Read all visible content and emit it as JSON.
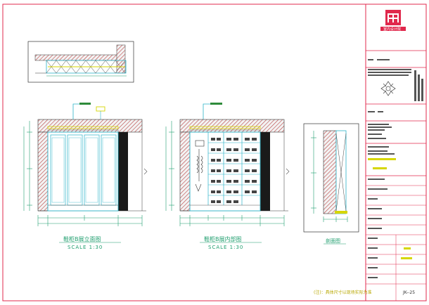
{
  "views": {
    "front_title": "鞋柜B展立面图",
    "front_scale": "SCALE 1:30",
    "inner_title": "鞋柜B展内部图",
    "inner_scale": "SCALE 1:30",
    "section_title": "剖面图"
  },
  "title_block": {
    "company": "室内设计院",
    "drawing_no": "JK--25",
    "footer_note": "(注)：具体尺寸以现场实际为准"
  },
  "colors": {
    "frame": "#e0284c",
    "dim": "#1f9e6e",
    "cabinet": "#2bb3c8",
    "hatch": "#c23a3a",
    "yellow": "#d6d600",
    "green_tag": "#2e8b3a"
  }
}
